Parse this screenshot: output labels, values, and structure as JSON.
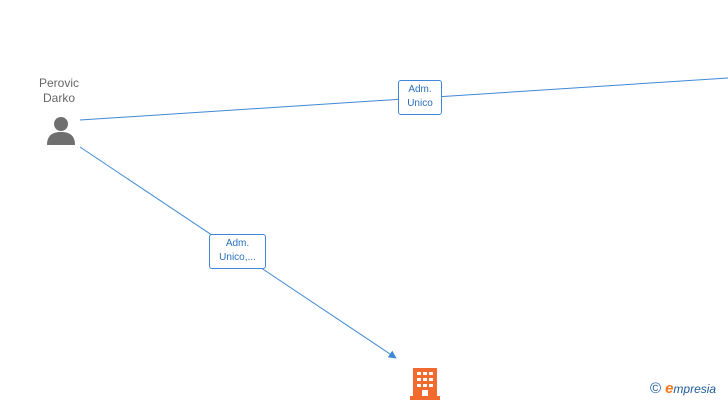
{
  "person": {
    "name_line1": "Perovic",
    "name_line2": "Darko",
    "icon": "person-icon"
  },
  "edges": [
    {
      "label_line1": "Adm.",
      "label_line2": "Unico"
    },
    {
      "label_line1": "Adm.",
      "label_line2": "Unico,..."
    }
  ],
  "company": {
    "icon": "building-icon",
    "color": "#f26a2e"
  },
  "colors": {
    "edge": "#3f88d8",
    "person": "#6f6f6f"
  },
  "brand": {
    "copyright": "©",
    "initial": "e",
    "rest": "mpresia"
  }
}
